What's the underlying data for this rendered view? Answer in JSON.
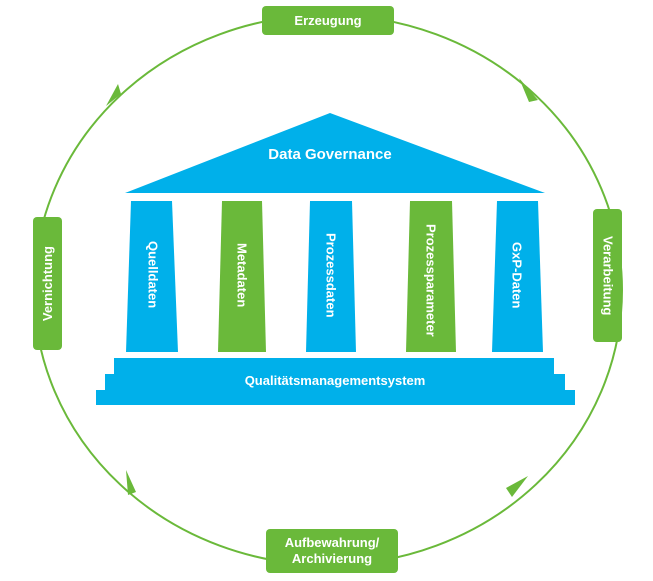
{
  "colors": {
    "green": "#6ab93a",
    "blue": "#00b0ea",
    "text": "#ffffff"
  },
  "lifecycle": {
    "top": "Erzeugung",
    "right": "Verarbeitung",
    "bottom_line1": "Aufbewahrung/",
    "bottom_line2": "Archivierung",
    "left": "Vernichtung"
  },
  "temple": {
    "roof": "Data Governance",
    "pillars": [
      "Quelldaten",
      "Metadaten",
      "Prozessdaten",
      "Prozessparameter",
      "GxP-Daten"
    ],
    "base": "Qualitätsmanagementsystem"
  }
}
